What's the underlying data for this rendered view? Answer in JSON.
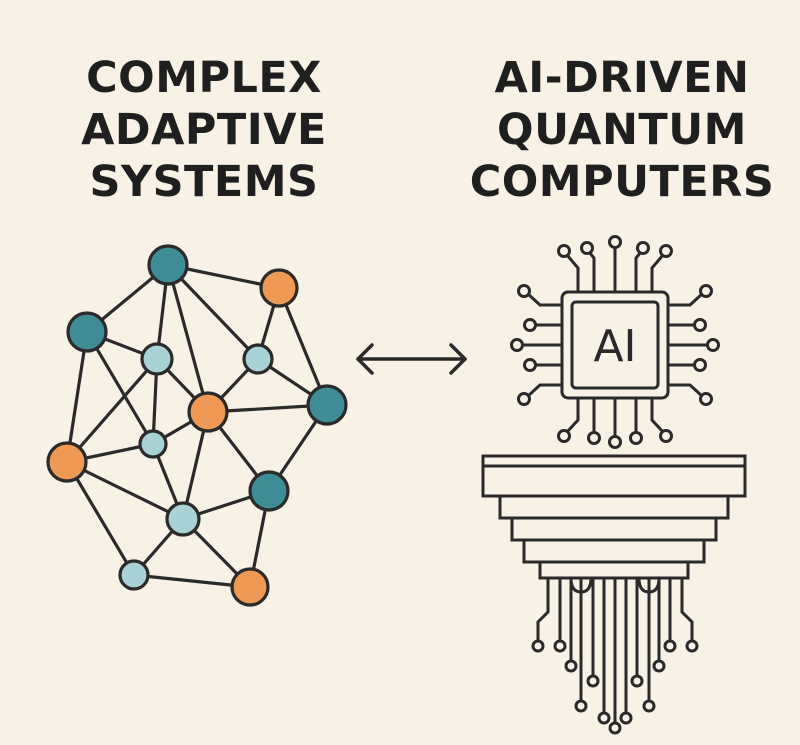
{
  "colors": {
    "background": "#f8f2e6",
    "ink": "#2a2a2a",
    "teal_dark": "#3e8c96",
    "teal_light": "#a9d2d6",
    "orange": "#ee9a55"
  },
  "left_panel": {
    "title_lines": [
      "COMPLEX",
      "ADAPTIVE",
      "SYSTEMS"
    ],
    "network": {
      "nodes": [
        {
          "id": "n1",
          "kind": "teal_dark"
        },
        {
          "id": "n2",
          "kind": "orange"
        },
        {
          "id": "n3",
          "kind": "teal_dark"
        },
        {
          "id": "n4",
          "kind": "teal_light"
        },
        {
          "id": "n5",
          "kind": "teal_light"
        },
        {
          "id": "n6",
          "kind": "orange"
        },
        {
          "id": "n7",
          "kind": "teal_dark"
        },
        {
          "id": "n8",
          "kind": "orange"
        },
        {
          "id": "n9",
          "kind": "teal_light"
        },
        {
          "id": "n10",
          "kind": "teal_dark"
        },
        {
          "id": "n11",
          "kind": "teal_light"
        },
        {
          "id": "n12",
          "kind": "teal_light"
        },
        {
          "id": "n13",
          "kind": "orange"
        }
      ],
      "edges": [
        [
          "n1",
          "n2"
        ],
        [
          "n1",
          "n3"
        ],
        [
          "n1",
          "n4"
        ],
        [
          "n1",
          "n5"
        ],
        [
          "n1",
          "n6"
        ],
        [
          "n2",
          "n5"
        ],
        [
          "n2",
          "n7"
        ],
        [
          "n3",
          "n4"
        ],
        [
          "n3",
          "n8"
        ],
        [
          "n3",
          "n9"
        ],
        [
          "n4",
          "n6"
        ],
        [
          "n4",
          "n9"
        ],
        [
          "n4",
          "n8"
        ],
        [
          "n5",
          "n6"
        ],
        [
          "n5",
          "n7"
        ],
        [
          "n6",
          "n7"
        ],
        [
          "n6",
          "n9"
        ],
        [
          "n6",
          "n10"
        ],
        [
          "n6",
          "n11"
        ],
        [
          "n7",
          "n10"
        ],
        [
          "n8",
          "n9"
        ],
        [
          "n8",
          "n12"
        ],
        [
          "n8",
          "n11"
        ],
        [
          "n9",
          "n11"
        ],
        [
          "n10",
          "n11"
        ],
        [
          "n10",
          "n13"
        ],
        [
          "n11",
          "n12"
        ],
        [
          "n11",
          "n13"
        ],
        [
          "n12",
          "n13"
        ]
      ]
    }
  },
  "connector_icon": "double-arrow-icon",
  "right_panel": {
    "title_lines": [
      "AI-DRIVEN",
      "QUANTUM",
      "COMPUTERS"
    ],
    "chip_label": "AI",
    "chip_icon": "ai-chip-icon",
    "processor_icon": "quantum-chandelier-icon"
  }
}
